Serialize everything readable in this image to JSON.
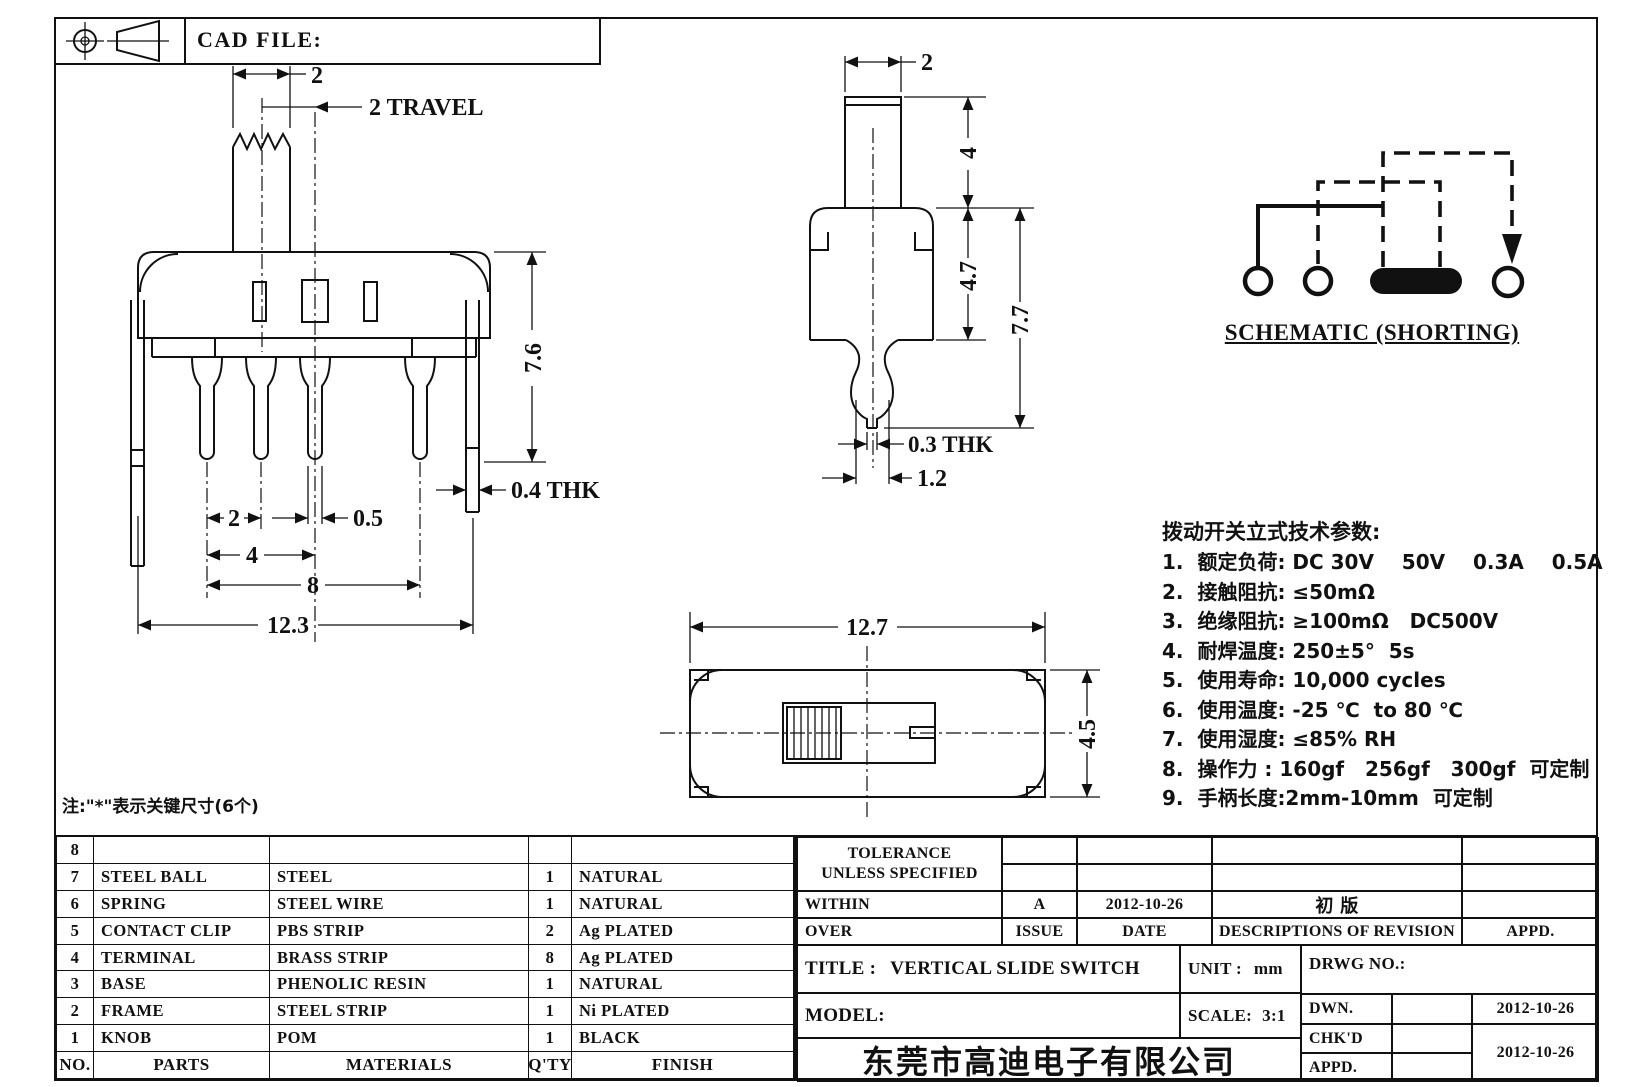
{
  "sheet": {
    "cad_file_label": "CAD FILE:"
  },
  "views": {
    "front": {
      "width2": "2",
      "travel": "2 TRAVEL",
      "height": "7.6",
      "side_thk": "0.4 THK",
      "pin_pitch": "2",
      "pin_width": "0.5",
      "pitch4": "4",
      "pitch8": "8",
      "overall": "12.3"
    },
    "side": {
      "width2": "2",
      "knob_h": "4",
      "body_h": "4.7",
      "total_h": "7.7",
      "tip_thk": "0.3 THK",
      "tip_w": "1.2"
    },
    "top": {
      "overall": "12.7",
      "depth": "4.5"
    }
  },
  "schematic": {
    "title": "SCHEMATIC (SHORTING)"
  },
  "params": {
    "title": "拨动开关立式技术参数:",
    "items": [
      "1.  额定负荷: DC 30V    50V    0.3A    0.5A",
      "2.  接触阻抗: ≤50mΩ",
      "3.  绝缘阻抗: ≥100mΩ   DC500V",
      "4.  耐焊温度: 250±5°  5s",
      "5.  使用寿命: 10,000 cycles",
      "6.  使用温度: -25 ℃  to 80 ℃",
      "7.  使用湿度: ≤85% RH",
      "8.  操作力 : 160gf   256gf   300gf  可定制",
      "9.  手柄长度:2mm-10mm  可定制"
    ]
  },
  "note": "注:\"*\"表示关键尺寸(6个)",
  "bom": {
    "headers": {
      "no": "NO.",
      "parts": "PARTS",
      "materials": "MATERIALS",
      "qty": "Q'TY",
      "finish": "FINISH"
    },
    "rows": [
      {
        "no": "8",
        "parts": "",
        "materials": "",
        "qty": "",
        "finish": ""
      },
      {
        "no": "7",
        "parts": "STEEL BALL",
        "materials": "STEEL",
        "qty": "1",
        "finish": "NATURAL"
      },
      {
        "no": "6",
        "parts": "SPRING",
        "materials": "STEEL WIRE",
        "qty": "1",
        "finish": "NATURAL"
      },
      {
        "no": "5",
        "parts": "CONTACT CLIP",
        "materials": "PBS STRIP",
        "qty": "2",
        "finish": "Ag PLATED"
      },
      {
        "no": "4",
        "parts": "TERMINAL",
        "materials": "BRASS STRIP",
        "qty": "8",
        "finish": "Ag PLATED"
      },
      {
        "no": "3",
        "parts": "BASE",
        "materials": "PHENOLIC RESIN",
        "qty": "1",
        "finish": "NATURAL"
      },
      {
        "no": "2",
        "parts": "FRAME",
        "materials": "STEEL STRIP",
        "qty": "1",
        "finish": "Ni PLATED"
      },
      {
        "no": "1",
        "parts": "KNOB",
        "materials": "POM",
        "qty": "1",
        "finish": "BLACK"
      }
    ]
  },
  "revision": {
    "tolerance_line1": "TOLERANCE",
    "tolerance_line2": "UNLESS  SPECIFIED",
    "within": "WITHIN",
    "over": "OVER",
    "issue_value": "A",
    "issue_date": "2012-10-26",
    "description_value": "初  版",
    "issue_label": "ISSUE",
    "date_label": "DATE",
    "description_label": "DESCRIPTIONS OF REVISION",
    "appd_label": "APPD."
  },
  "titleblock": {
    "title_label": "TITLE :",
    "title_value": "VERTICAL SLIDE SWITCH",
    "unit_label": "UNIT :",
    "unit_value": "mm",
    "scale_label": "SCALE:",
    "scale_value": "3:1",
    "model_label": "MODEL:",
    "drwg_label": "DRWG NO.:",
    "company": "东莞市高迪电子有限公司",
    "dwn_label": "DWN.",
    "chkd_label": "CHK'D",
    "appd_label": "APPD.",
    "dwn_date": "2012-10-26",
    "chkd_appd_date": "2012-10-26"
  }
}
